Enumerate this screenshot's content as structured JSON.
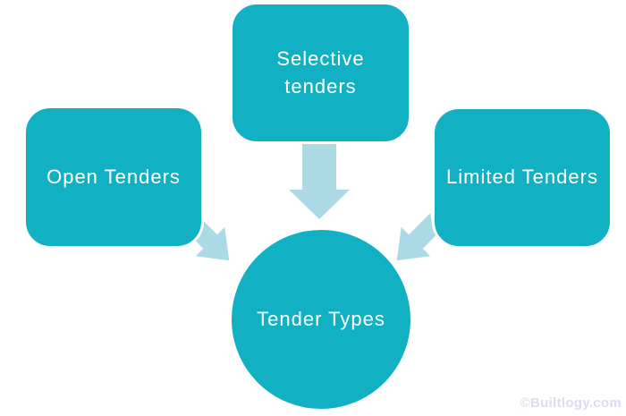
{
  "page": {
    "background": "#ffffff"
  },
  "colors": {
    "shape_fill": "#12b0c3",
    "shape_border": "#ffffff",
    "arrow_fill": "#abdae4",
    "label_text": "#ffffff",
    "watermark_text": "#dcdbef"
  },
  "diagram": {
    "type": "converging-radial",
    "center": {
      "label": "Tender Types"
    },
    "sources": [
      {
        "id": "open",
        "label": "Open Tenders"
      },
      {
        "id": "selective",
        "label": "Selective\ntenders"
      },
      {
        "id": "limited",
        "label": "Limited Tenders"
      }
    ],
    "connectors": [
      {
        "from": "selective",
        "to": "center",
        "direction": "down"
      },
      {
        "from": "open",
        "to": "center",
        "direction": "down-right"
      },
      {
        "from": "limited",
        "to": "center",
        "direction": "down-left"
      }
    ]
  },
  "watermark": {
    "text": "©Builtlogy.com"
  }
}
